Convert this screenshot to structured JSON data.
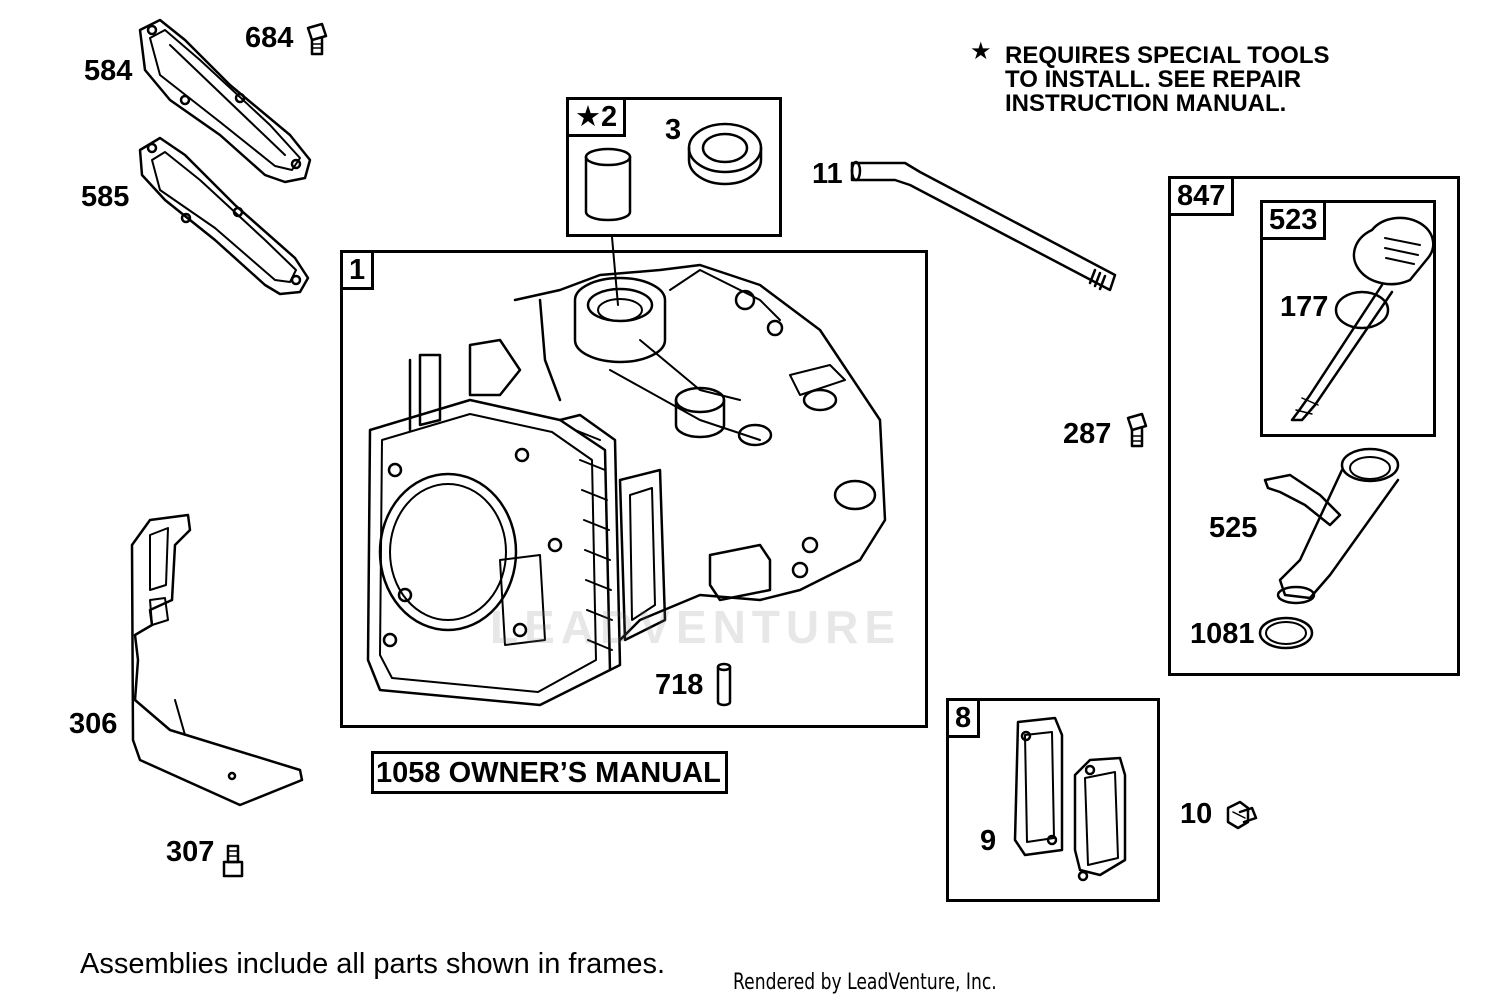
{
  "note": {
    "star": "★",
    "line1": "REQUIRES SPECIAL TOOLS",
    "line2": "TO INSTALL.  SEE REPAIR",
    "line3": "INSTRUCTION MANUAL."
  },
  "frames": {
    "cylinder": "1",
    "bushing_kit": "2",
    "bushing_kit_star": "★",
    "dipstick_tube_kit": "847",
    "dipstick_kit": "523",
    "breather_kit": "8"
  },
  "parts": {
    "p584": "584",
    "p684": "684",
    "p585": "585",
    "p3": "3",
    "p11": "11",
    "p177": "177",
    "p287": "287",
    "p525": "525",
    "p1081": "1081",
    "p306": "306",
    "p307": "307",
    "p718": "718",
    "p9": "9",
    "p10": "10"
  },
  "owners_manual": "1058 OWNER’S MANUAL",
  "footer": "Assemblies include all parts shown in frames.",
  "credit": "Rendered by LeadVenture, Inc.",
  "watermark": "LEADVENTURE"
}
